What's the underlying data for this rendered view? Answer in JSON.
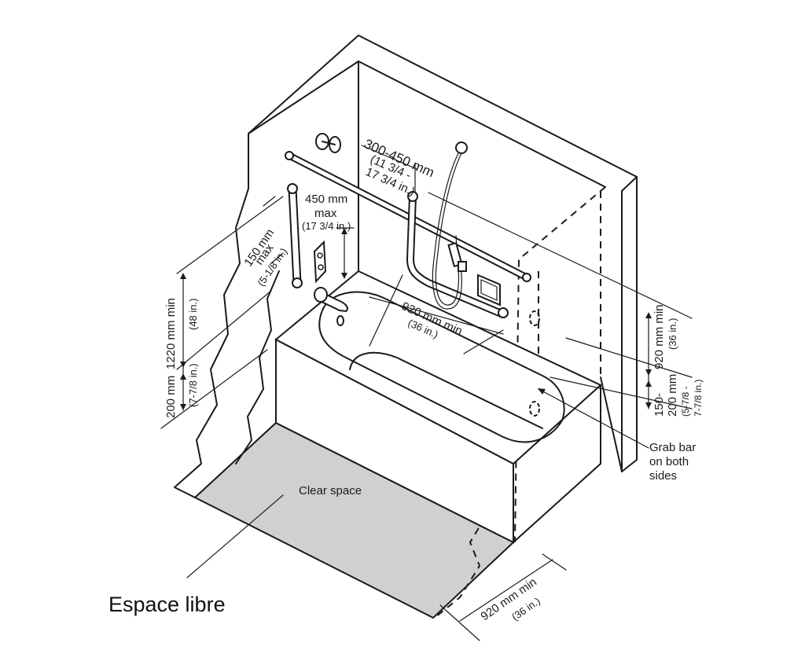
{
  "labels": {
    "bar_spacing_mm": "300-450 mm",
    "bar_spacing_in_1": "(11 3/4 -",
    "bar_spacing_in_2": "17 3/4 in.)",
    "vert_bar_max_mm": "450 mm",
    "vert_bar_max_word": "max",
    "vert_bar_max_in": "(17 3/4 in.)",
    "end_offset_mm": "150 mm",
    "end_offset_max": "max",
    "end_offset_in": "(5-1/8 in.)",
    "height_1220_mm": "1220 mm min",
    "height_1220_in": "(48 in.)",
    "height_200_mm": "200 mm",
    "height_200_in": "(7-7/8 in.)",
    "tub_length_mm": "920 mm min",
    "tub_length_in": "(36 in.)",
    "back_bar_len_mm": "920 mm min",
    "back_bar_len_in": "(36 in.)",
    "side_range_mm_1": "150-",
    "side_range_mm_2": "200 mm",
    "side_range_in_1": "(5-7/8 -",
    "side_range_in_2": "7-7/8 in.)",
    "grab_bar_1": "Grab bar",
    "grab_bar_2": "on both",
    "grab_bar_3": "sides",
    "clear_space": "Clear space",
    "depth_mm": "920 mm min",
    "depth_in": "(36 in.)",
    "espace_libre": "Espace libre"
  },
  "colors": {
    "line": "#1a1a1a",
    "clear_space_fill": "#d0d0d0"
  },
  "icons": [
    "shower-head-icon",
    "hand-shower-icon",
    "faucet-icon",
    "soap-dish-icon",
    "control-valve-icon"
  ]
}
